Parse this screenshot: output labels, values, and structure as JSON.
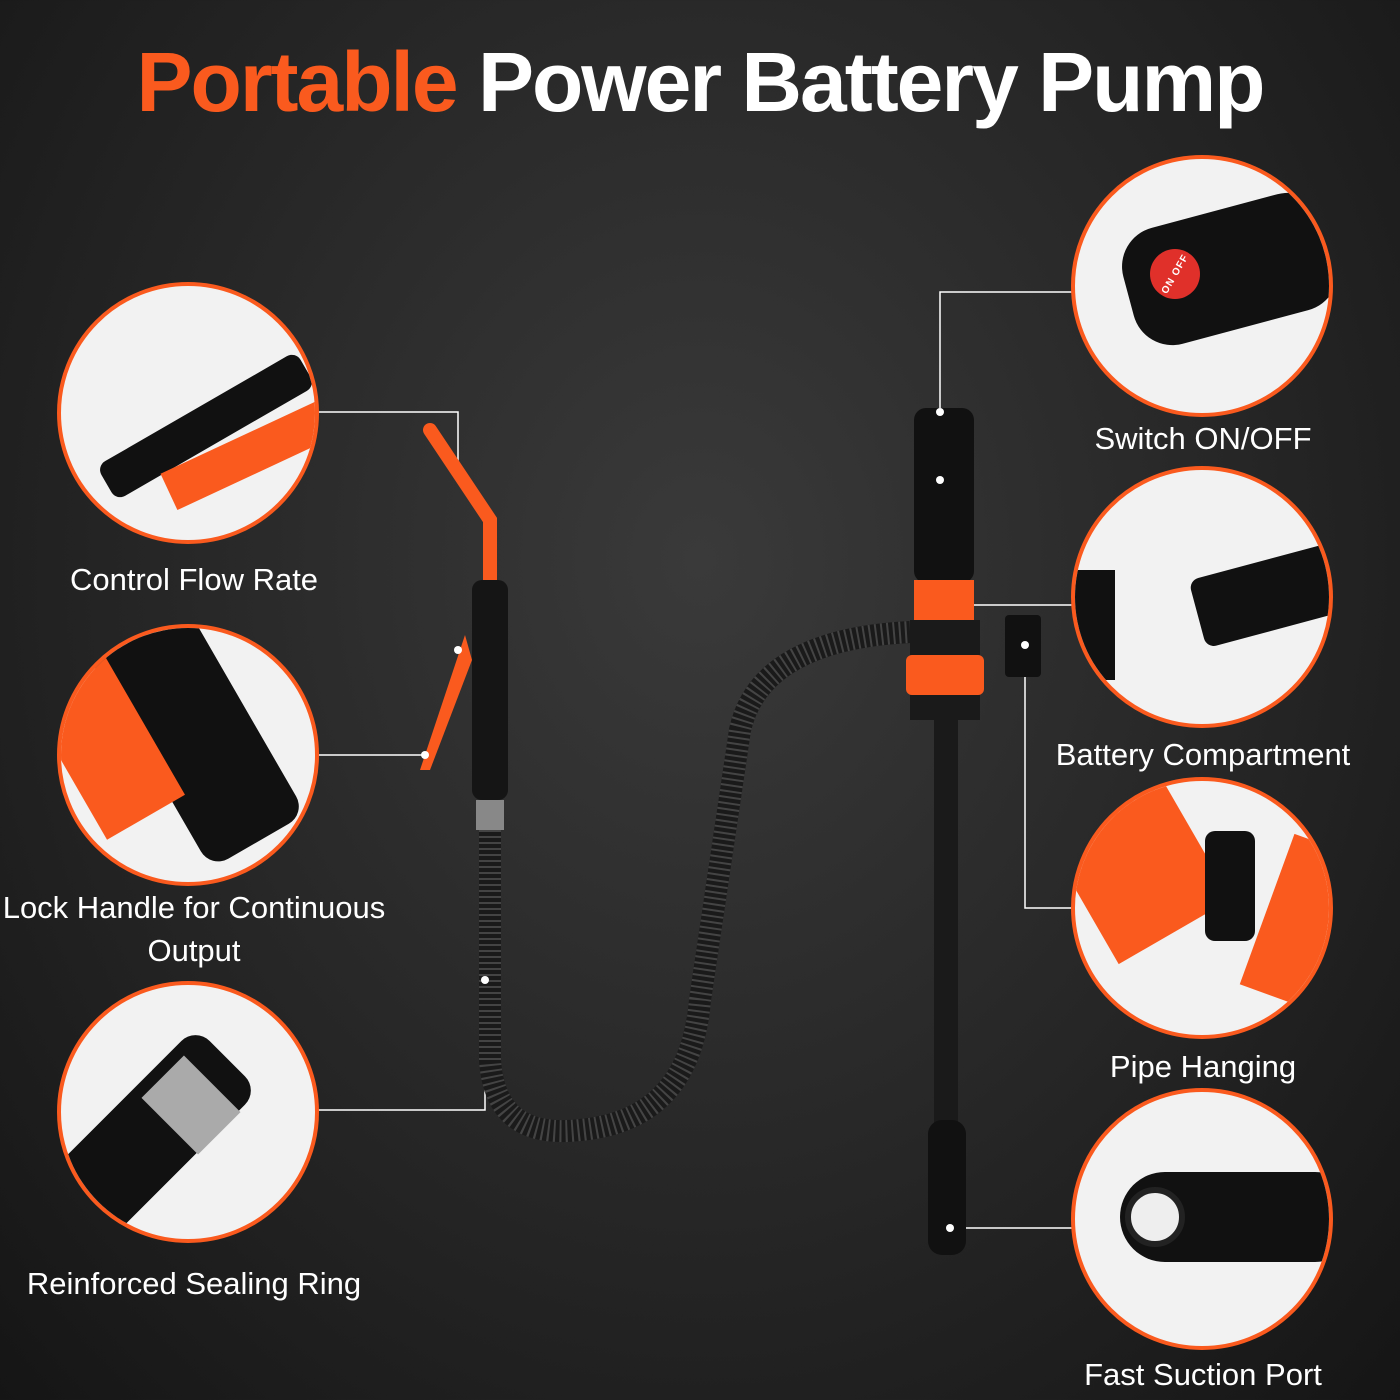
{
  "title": {
    "accent": "Portable",
    "rest": "Power Battery Pump"
  },
  "features_left": [
    {
      "label": "Control Flow Rate"
    },
    {
      "label": "Lock Handle for Continuous Output"
    },
    {
      "label": "Reinforced Sealing Ring"
    }
  ],
  "features_right": [
    {
      "label": "Switch ON/OFF",
      "button_text": "ON OFF"
    },
    {
      "label": "Battery Compartment"
    },
    {
      "label": "Pipe Hanging"
    },
    {
      "label": "Fast Suction Port"
    }
  ],
  "colors": {
    "accent": "#fa5a1e",
    "background": "#262626"
  }
}
